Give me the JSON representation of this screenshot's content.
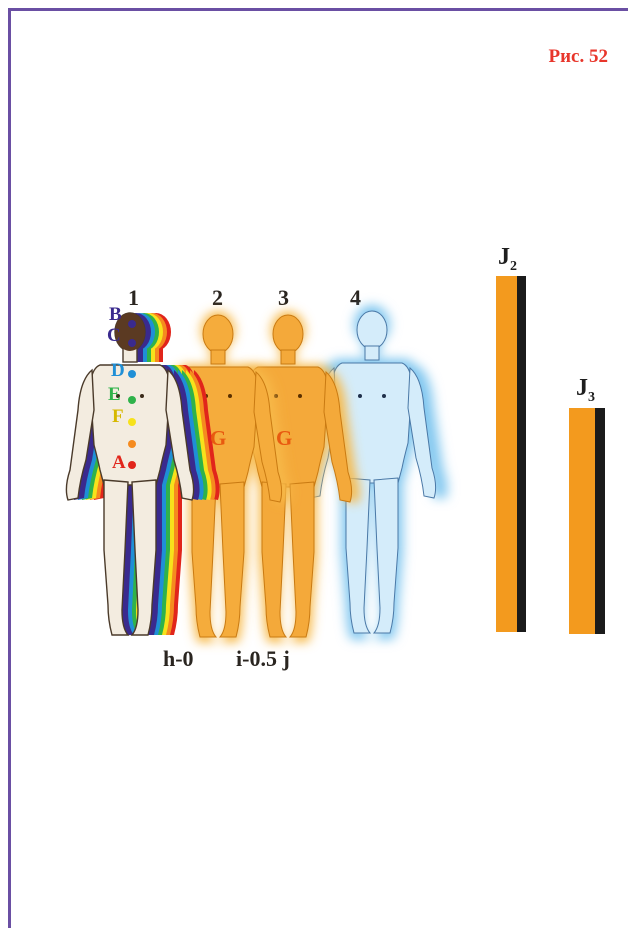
{
  "figure_label": "Рис. 52",
  "figures": [
    {
      "number": "1",
      "type": "chakra-body"
    },
    {
      "number": "2",
      "type": "orange-body",
      "letter": "G"
    },
    {
      "number": "3",
      "type": "orange-body",
      "letter": "G"
    },
    {
      "number": "4",
      "type": "blue-body"
    }
  ],
  "chakra_letters": [
    "B",
    "C",
    "D",
    "E",
    "F",
    "",
    "A"
  ],
  "bottom_labels": {
    "h": "h-0",
    "i": "i-0.5 j"
  },
  "bars": [
    {
      "label": "J",
      "sub": "2"
    },
    {
      "label": "J",
      "sub": "3"
    }
  ],
  "colors": {
    "frame": "#6a4fa3",
    "figure_label": "#e8362b",
    "orange": "#f39a1e",
    "blue_aura": "#8fd0f3",
    "bar_dark": "#1b1b1b"
  }
}
